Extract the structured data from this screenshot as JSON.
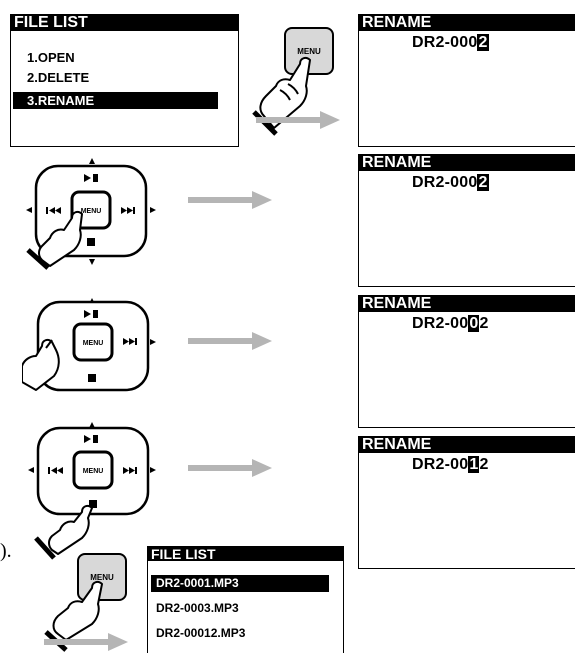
{
  "panel_file_list_1": {
    "title": "FILE LIST",
    "items": [
      "1.OPEN",
      "2.DELETE",
      "3.RENAME"
    ],
    "selected_index": 2
  },
  "rename_steps": [
    {
      "title": "RENAME",
      "prefix": "DR2-000",
      "cursor": "2",
      "suffix": ""
    },
    {
      "title": "RENAME",
      "prefix": "DR2-000",
      "cursor": "2",
      "suffix": ""
    },
    {
      "title": "RENAME",
      "prefix": "DR2-00",
      "cursor": "0",
      "suffix": "2"
    },
    {
      "title": "RENAME",
      "prefix": "DR2-00",
      "cursor": "1",
      "suffix": "2"
    }
  ],
  "panel_file_list_2": {
    "title": "FILE LIST",
    "items": [
      "DR2-0001.MP3",
      "DR2-0003.MP3",
      "DR2-00012.MP3"
    ],
    "selected_index": 0
  },
  "button_label": "MENU",
  "stray_text": ")."
}
